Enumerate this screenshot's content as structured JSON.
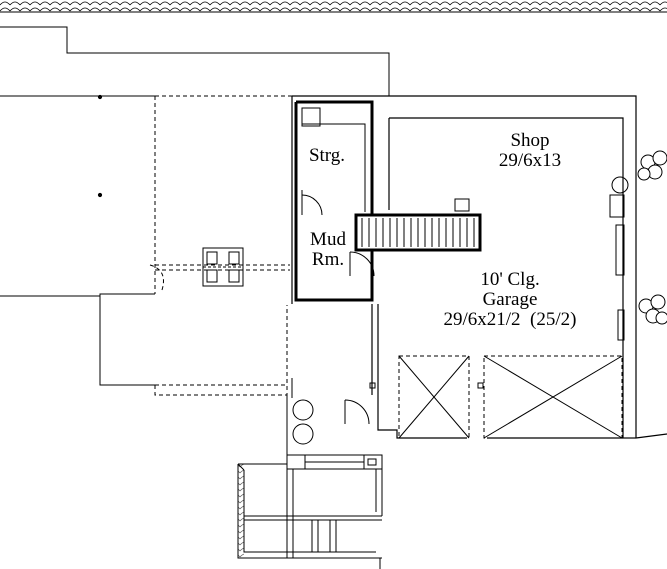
{
  "rooms": {
    "storage": {
      "name": "Strg."
    },
    "mud_room": {
      "line1": "Mud",
      "line2": "Rm."
    },
    "shop": {
      "name": "Shop",
      "size": "29/6x13"
    },
    "garage": {
      "line1": "10' Clg.",
      "line2": "Garage",
      "size": "29/6x21/2  (25/2)"
    }
  },
  "colors": {
    "line": "#000000",
    "background": "#ffffff"
  }
}
